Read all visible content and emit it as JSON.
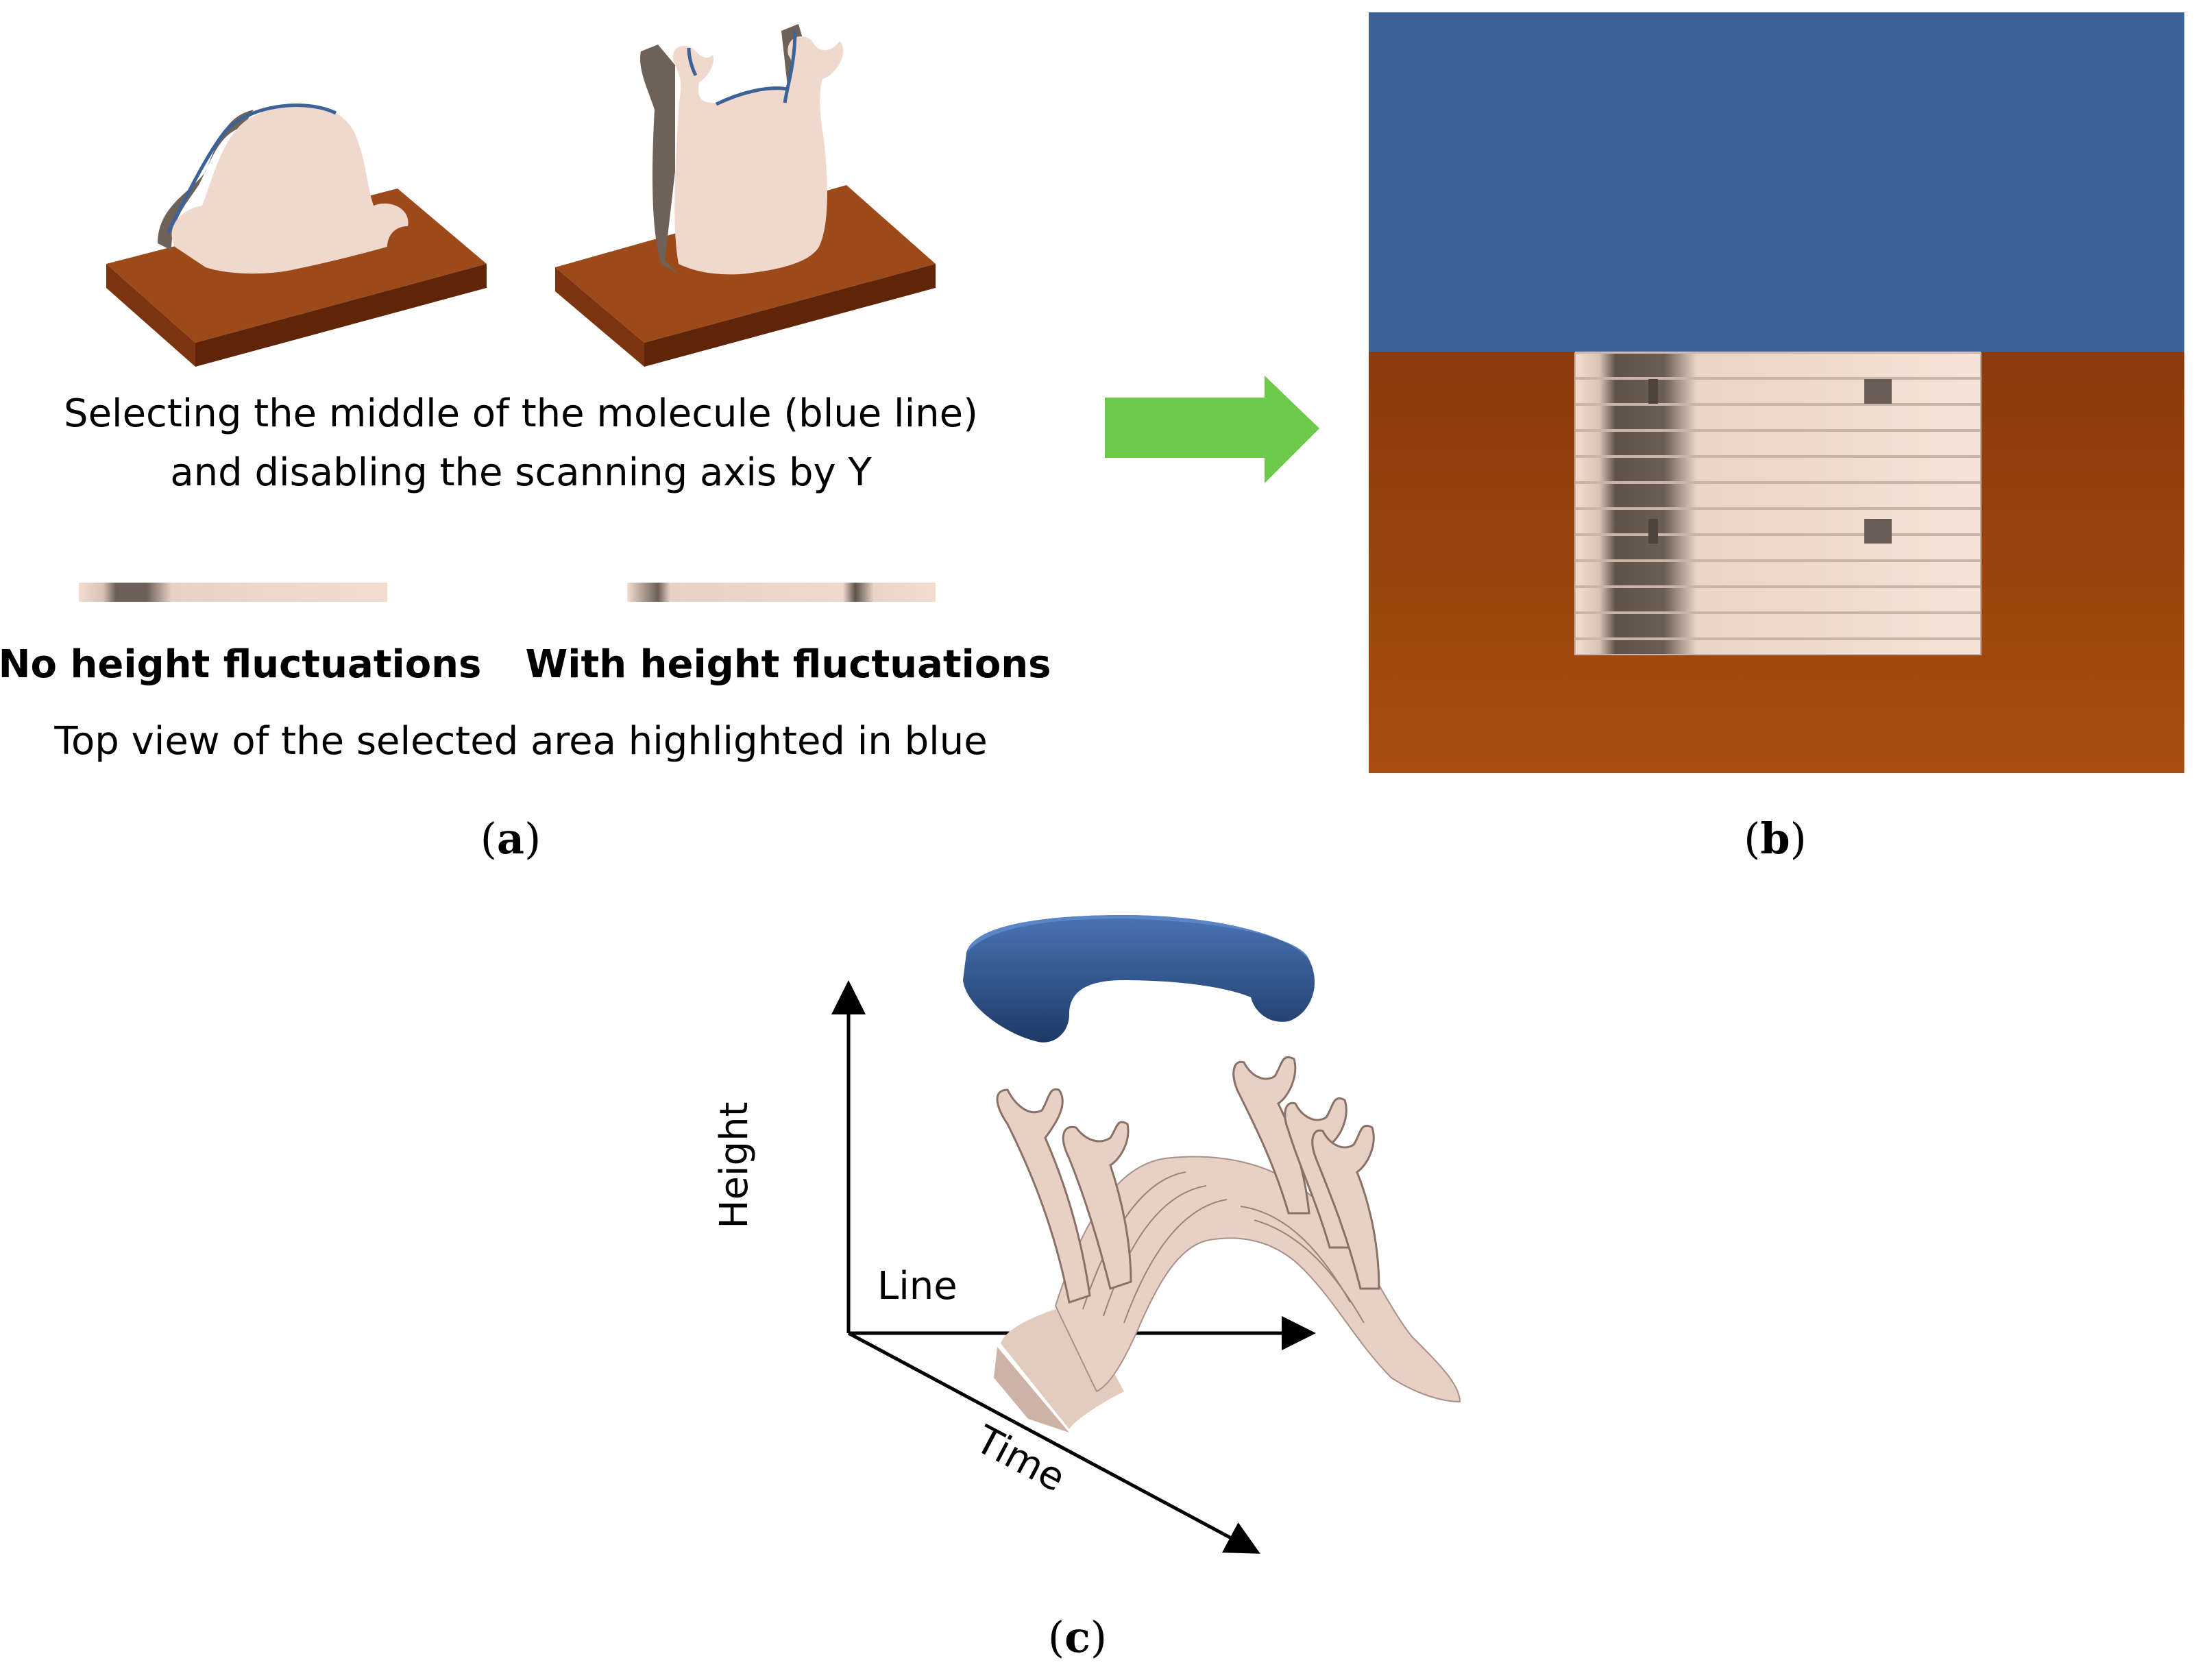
{
  "panel_a": {
    "caption_line1": "Selecting the middle of the molecule (blue line)",
    "caption_line2": "and disabling the scanning axis by Y",
    "strip_left_label": "No height fluctuations",
    "strip_right_label": "With height fluctuations",
    "top_view_caption": "Top view of the selected area highlighted in blue",
    "label_prefix": "(",
    "label_letter": "a",
    "label_suffix": ")"
  },
  "panel_b": {
    "label_prefix": "(",
    "label_letter": "b",
    "label_suffix": ")"
  },
  "panel_c": {
    "axis_height": "Height",
    "axis_line": "Line",
    "axis_time": "Time",
    "label_prefix": "(",
    "label_letter": "c",
    "label_suffix": ")"
  },
  "colors": {
    "molecule": "#f0d9cc",
    "molecule_side": "#6e6157",
    "substrate_top": "#9c4a1a",
    "substrate_side": "#6a2a0c",
    "probe_blue": "#3c6399",
    "arrow_green": "#6cc94a"
  }
}
